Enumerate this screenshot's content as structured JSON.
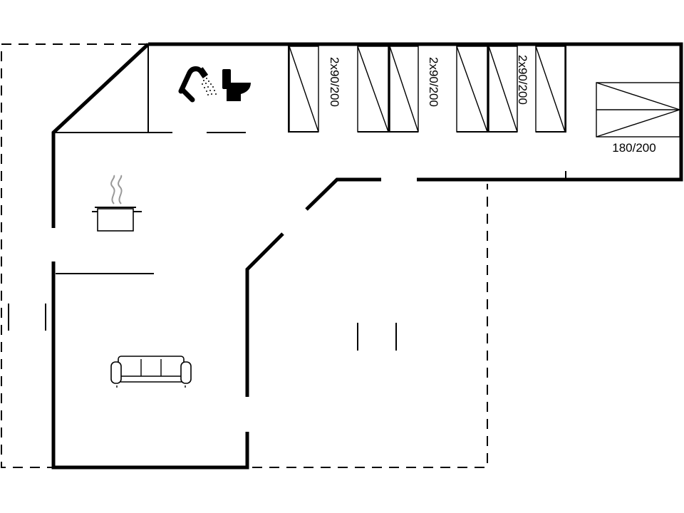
{
  "floorplan": {
    "bed_labels": {
      "bedroom_1": "2x90/200",
      "bedroom_2": "2x90/200",
      "bedroom_3": "2x90/200",
      "master": "180/200"
    },
    "icons": {
      "shower": "shower-icon",
      "toilet": "toilet-icon",
      "kitchen": "cooking-pot-icon",
      "living": "sofa-icon"
    }
  }
}
